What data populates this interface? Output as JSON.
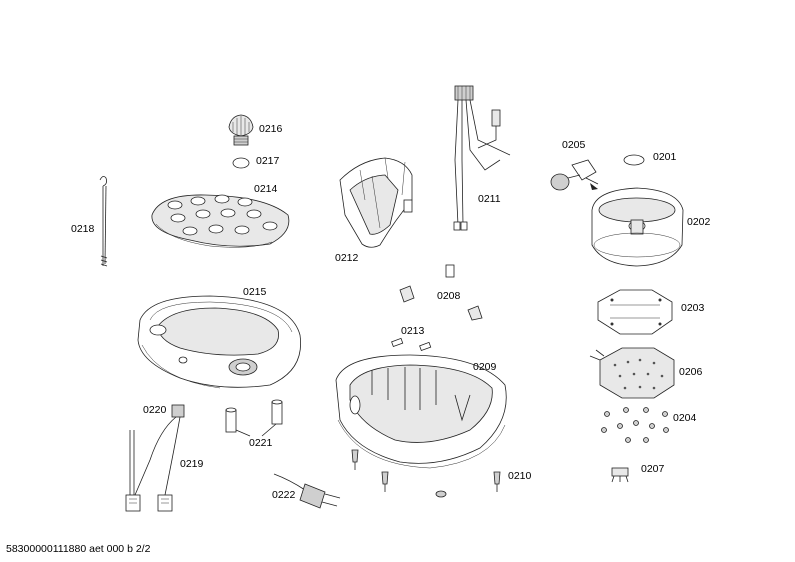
{
  "parts": [
    {
      "id": "p0201",
      "label": "0201"
    },
    {
      "id": "p0202",
      "label": "0202"
    },
    {
      "id": "p0203",
      "label": "0203"
    },
    {
      "id": "p0204",
      "label": "0204"
    },
    {
      "id": "p0205",
      "label": "0205"
    },
    {
      "id": "p0206",
      "label": "0206"
    },
    {
      "id": "p0207",
      "label": "0207"
    },
    {
      "id": "p0208",
      "label": "0208"
    },
    {
      "id": "p0209",
      "label": "0209"
    },
    {
      "id": "p0210",
      "label": "0210"
    },
    {
      "id": "p0211",
      "label": "0211"
    },
    {
      "id": "p0212",
      "label": "0212"
    },
    {
      "id": "p0213",
      "label": "0213"
    },
    {
      "id": "p0214",
      "label": "0214"
    },
    {
      "id": "p0215",
      "label": "0215"
    },
    {
      "id": "p0216",
      "label": "0216"
    },
    {
      "id": "p0217",
      "label": "0217"
    },
    {
      "id": "p0218",
      "label": "0218"
    },
    {
      "id": "p0219",
      "label": "0219"
    },
    {
      "id": "p0220",
      "label": "0220"
    },
    {
      "id": "p0221",
      "label": "0221"
    },
    {
      "id": "p0222",
      "label": "0222"
    }
  ],
  "footer": "58300000111880 aet 000 b 2/2"
}
